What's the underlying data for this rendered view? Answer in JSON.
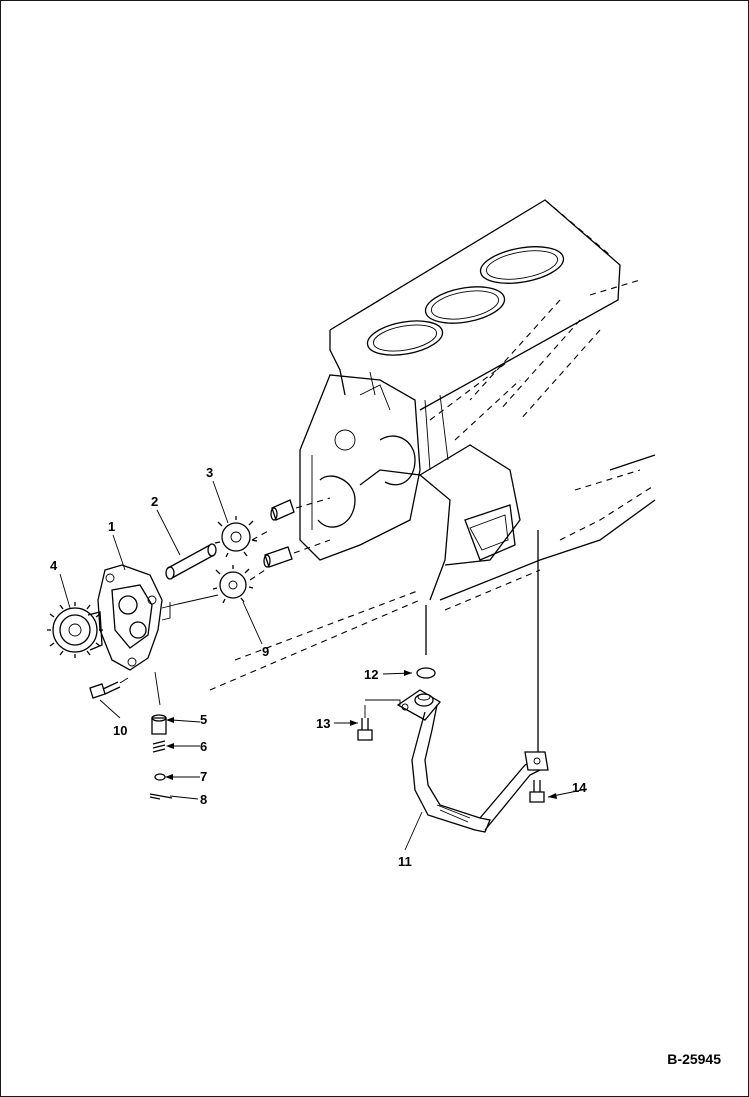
{
  "callouts": [
    {
      "id": "c1",
      "text": "1"
    },
    {
      "id": "c2",
      "text": "2"
    },
    {
      "id": "c3",
      "text": "3"
    },
    {
      "id": "c4",
      "text": "4"
    },
    {
      "id": "c5",
      "text": "5"
    },
    {
      "id": "c6",
      "text": "6"
    },
    {
      "id": "c7",
      "text": "7"
    },
    {
      "id": "c8",
      "text": "8"
    },
    {
      "id": "c9",
      "text": "9"
    },
    {
      "id": "c10",
      "text": "10"
    },
    {
      "id": "c11",
      "text": "11"
    },
    {
      "id": "c12",
      "text": "12"
    },
    {
      "id": "c13",
      "text": "13"
    },
    {
      "id": "c14",
      "text": "14"
    }
  ],
  "reference": "B-25945"
}
